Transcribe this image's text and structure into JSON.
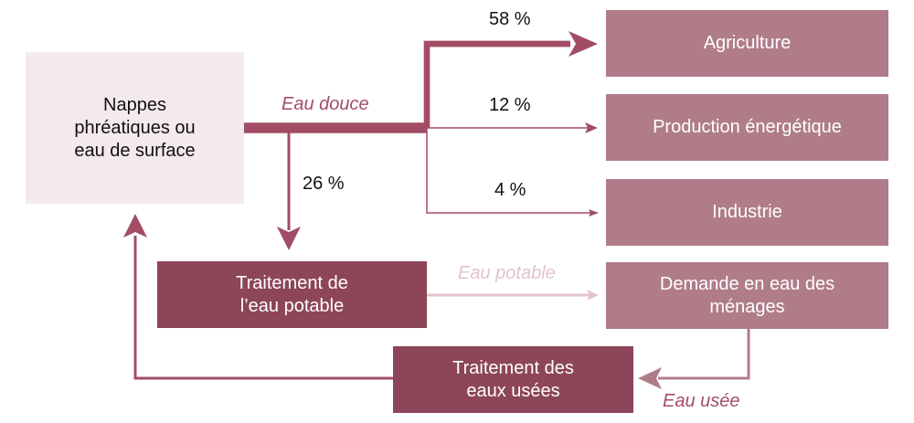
{
  "colors": {
    "source_bg": "#f4e9ec",
    "light_box": "#b07c89",
    "dark_box": "#8d4559",
    "flow": "#a24d65",
    "flow_light": "#e2c4cc",
    "text_dark": "#111111",
    "text_light": "#ffffff"
  },
  "boxes": {
    "source": "Nappes phréatiques ou eau de surface",
    "agriculture": "Agriculture",
    "energy": "Production énergétique",
    "industry": "Industrie",
    "treatment": "Traitement de l’eau potable",
    "households": "Demande en eau des ménages",
    "wastewater": "Traitement des eaux usées"
  },
  "flows": {
    "fresh_water": "Eau douce",
    "potable_water": "Eau potable",
    "used_water": "Eau usée",
    "pct_agriculture": "58 %",
    "pct_energy": "12 %",
    "pct_industry": "4 %",
    "pct_treatment": "26 %"
  },
  "shares": {
    "agriculture": 58,
    "energy": 12,
    "industry": 4,
    "treatment": 26
  }
}
